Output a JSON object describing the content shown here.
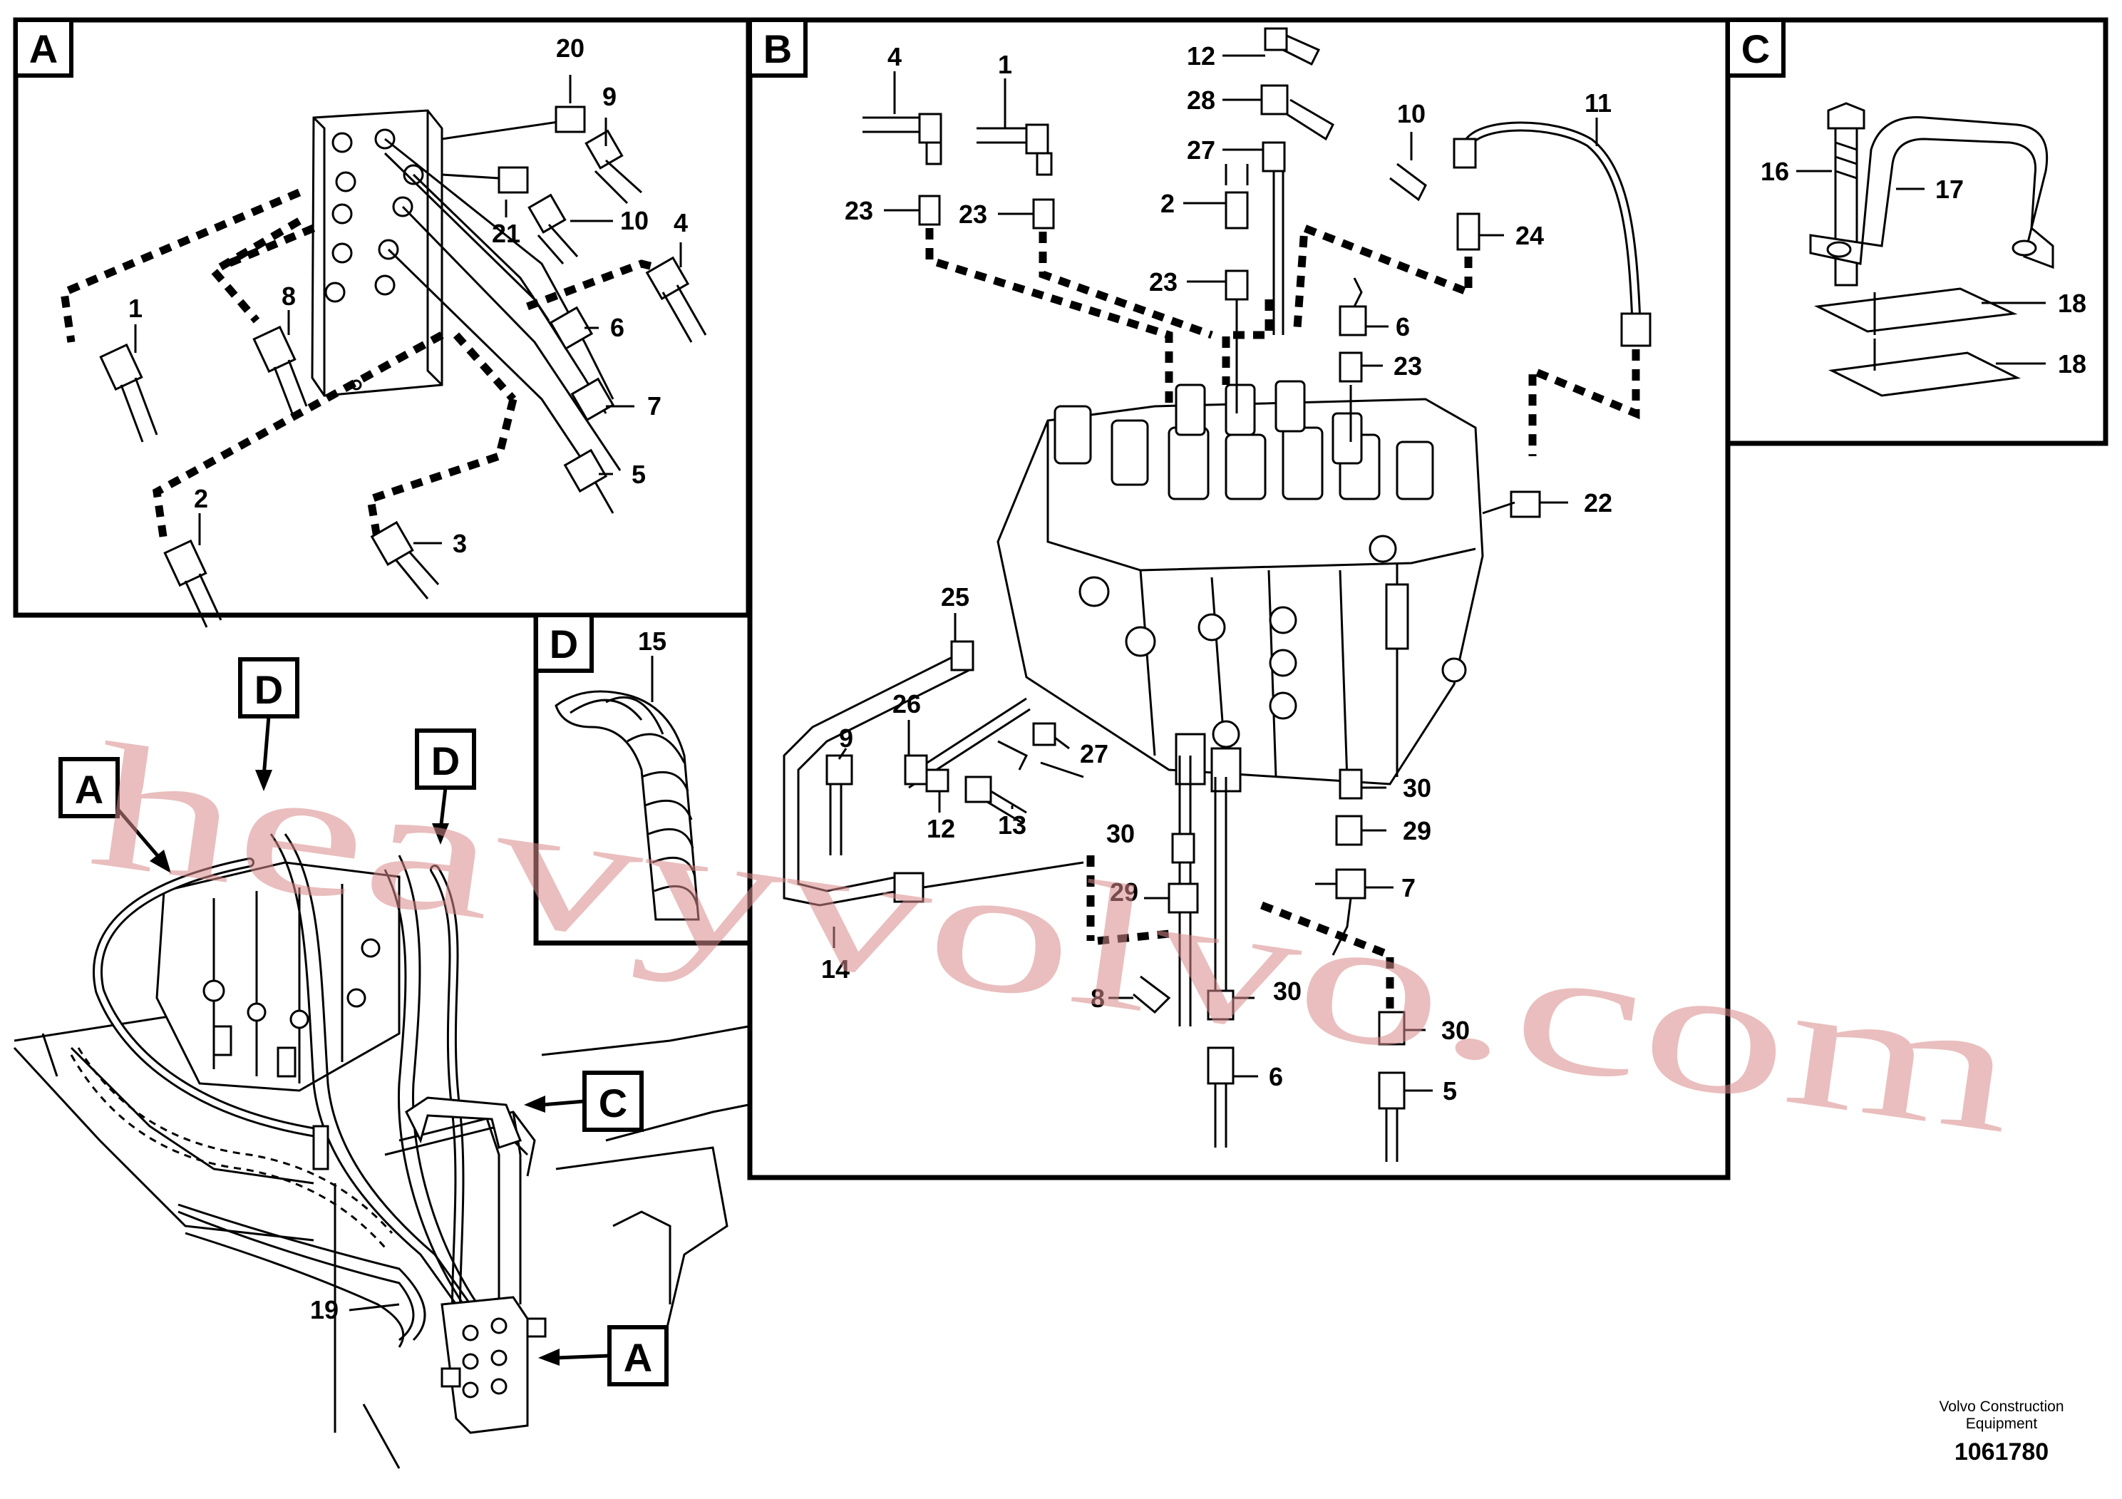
{
  "panels": {
    "A": "A",
    "B": "B",
    "C": "C",
    "D": "D"
  },
  "callouts": {
    "A": {
      "n20": "20",
      "n9": "9",
      "n21": "21",
      "n10": "10",
      "n4": "4",
      "n1": "1",
      "n8": "8",
      "n6": "6",
      "n7": "7",
      "n5": "5",
      "n2": "2",
      "n3": "3"
    },
    "B": {
      "n4": "4",
      "n1": "1",
      "n12": "12",
      "n28": "28",
      "n27": "27",
      "n10": "10",
      "n11": "11",
      "n23a": "23",
      "n23b": "23",
      "n2": "2",
      "n23c": "23",
      "n24": "24",
      "n6": "6",
      "n23d": "23",
      "n22": "22",
      "n25": "25",
      "n26": "26",
      "n9": "9",
      "n27b": "27",
      "n12b": "12",
      "n13": "13",
      "n30a": "30",
      "n29a": "29",
      "n30b": "30",
      "n29b": "29",
      "n7": "7",
      "n14": "14",
      "n8": "8",
      "n30c": "30",
      "n30d": "30",
      "n6b": "6",
      "n5": "5"
    },
    "C": {
      "n16": "16",
      "n17": "17",
      "n18a": "18",
      "n18b": "18"
    },
    "D": {
      "n15": "15"
    },
    "overview": {
      "n19": "19",
      "tagD1": "D",
      "tagD2": "D",
      "tagA1": "A",
      "tagC": "C",
      "tagA2": "A"
    }
  },
  "watermark": "heavyvolvo.com",
  "footer": {
    "company_line1": "Volvo Construction",
    "company_line2": "Equipment",
    "drawing_number": "1061780"
  },
  "colors": {
    "line": "#000000",
    "background": "#ffffff",
    "watermark": "#d98a8a"
  }
}
